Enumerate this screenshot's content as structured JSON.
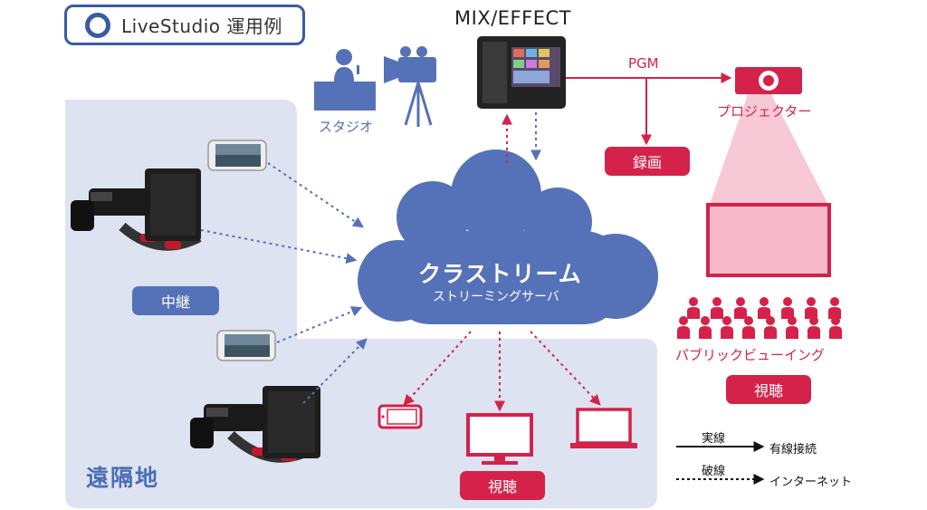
{
  "title": "LiveStudio 運用例",
  "labels": {
    "mix_effect": "MIX/EFFECT",
    "studio": "スタジオ",
    "pgm": "PGM",
    "projector": "プロジェクター",
    "recording": "録画",
    "cloud_title": "クラストリーム",
    "cloud_subtitle": "ストリーミングサーバ",
    "relay": "中継",
    "remote": "遠隔地",
    "public_viewing": "パブリックビューイング",
    "viewing_right": "視聴",
    "viewing_bottom": "視聴"
  },
  "legend": {
    "solid_top": "実線",
    "solid_bottom": "有線接続",
    "dotted_top": "破線",
    "dotted_bottom": "インターネット"
  },
  "colors": {
    "blue": "#5572b8",
    "dark_blue": "#3a5aa7",
    "red": "#d4224a",
    "pink": "#f6c0cf",
    "panel": "#dde3f0"
  },
  "icons": [
    "studio-presenter-icon",
    "video-camera-icon",
    "switcher-pc-icon",
    "projector-icon",
    "smartphone-icon",
    "camcorder-icon",
    "monitor-icon",
    "laptop-icon",
    "audience-icon"
  ]
}
